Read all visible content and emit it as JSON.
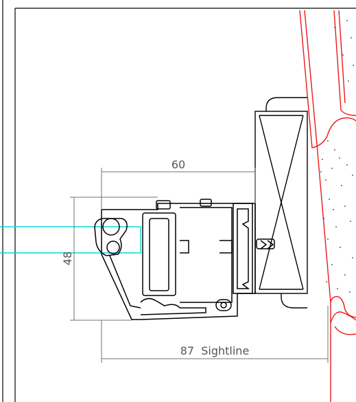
{
  "dimensions": {
    "top_width": "60",
    "height": "48",
    "sightline": "87  Sightline"
  },
  "colors": {
    "profile_outline": "#000000",
    "wall_outline": "#e8191c",
    "glass": "#00d8e0",
    "dimension_lines": "#707070",
    "frame_border": "#000000"
  }
}
